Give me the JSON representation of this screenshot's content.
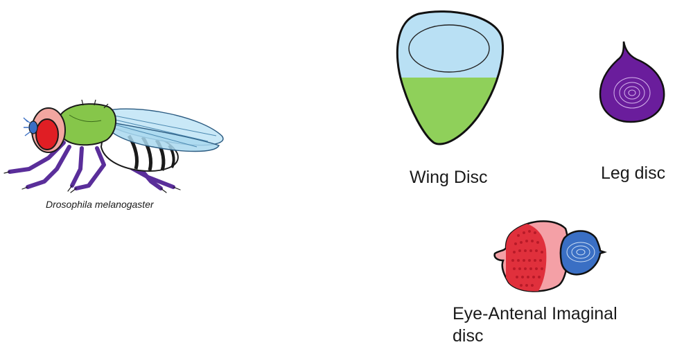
{
  "species_label": "Drosophila melanogaster",
  "discs": {
    "wing": "Wing Disc",
    "leg": "Leg disc",
    "eye_antennal": "Eye-Antenal Imaginal disc"
  },
  "colors": {
    "wing_disc_blue": "#b9e0f4",
    "wing_disc_green": "#8fd05a",
    "leg_disc_purple": "#6a1d9c",
    "eye_disc_pink": "#f4a0a6",
    "eye_disc_red": "#e0303c",
    "antenna_blue": "#3a6fc4",
    "fly_thorax_green": "#86c64a",
    "fly_eye_red": "#e01e24",
    "fly_head_pink": "#f2a6a0",
    "fly_legs_purple": "#5a2e9a",
    "fly_wing_blue": "#bfe4f6"
  }
}
